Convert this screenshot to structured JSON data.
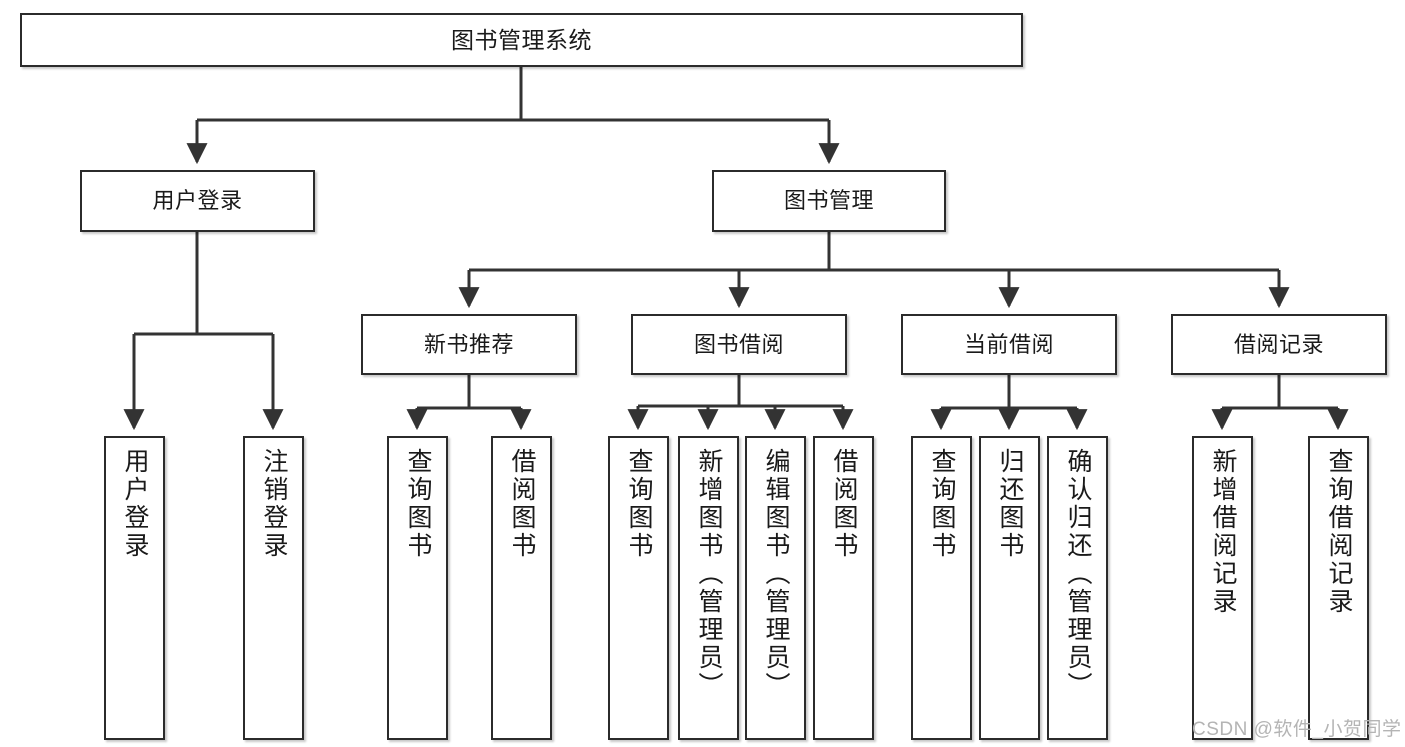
{
  "diagram": {
    "title": "图书管理系统",
    "type": "functional-structure-tree",
    "colors": {
      "box_border": "#2b2b2b",
      "box_fill": "#ffffff",
      "edge": "#333333",
      "text": "#1a1a1a",
      "watermark": "#b4b4b4",
      "background": "#ffffff"
    },
    "root": {
      "label": "图书管理系统"
    },
    "level1": [
      {
        "label": "用户登录"
      },
      {
        "label": "图书管理"
      }
    ],
    "level2": [
      {
        "label": "新书推荐"
      },
      {
        "label": "图书借阅"
      },
      {
        "label": "当前借阅"
      },
      {
        "label": "借阅记录"
      }
    ],
    "leaves": {
      "user_login": [
        {
          "label": "用户登录"
        },
        {
          "label": "注销登录"
        }
      ],
      "new_book_recommend": [
        {
          "label": "查询图书"
        },
        {
          "label": "借阅图书"
        }
      ],
      "book_borrow": [
        {
          "label": "查询图书"
        },
        {
          "label": "新增图书（管理员）"
        },
        {
          "label": "编辑图书（管理员）"
        },
        {
          "label": "借阅图书"
        }
      ],
      "current_borrow": [
        {
          "label": "查询图书"
        },
        {
          "label": "归还图书"
        },
        {
          "label": "确认归还（管理员）"
        }
      ],
      "borrow_record": [
        {
          "label": "新增借阅记录"
        },
        {
          "label": "查询借阅记录"
        }
      ]
    },
    "watermark": "CSDN @软件_小贺同学"
  }
}
